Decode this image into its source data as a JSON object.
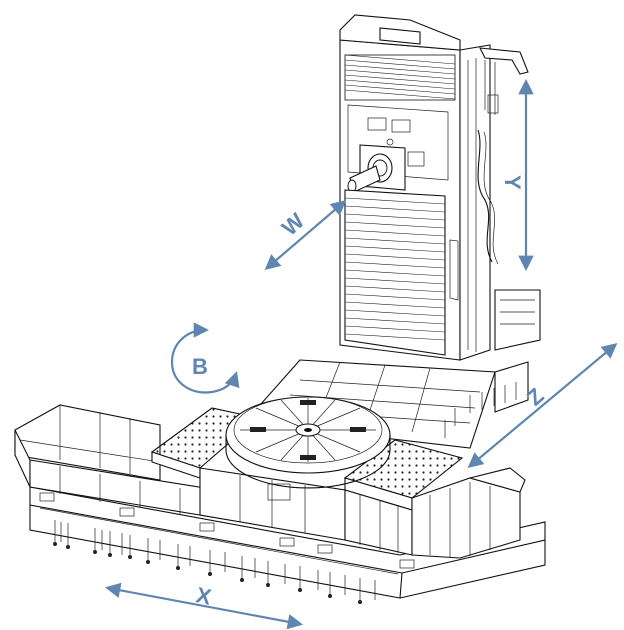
{
  "axes": {
    "x": "X",
    "y": "Y",
    "z": "Z",
    "w": "W",
    "b": "B"
  },
  "colors": {
    "accent": "#5f86b1",
    "ink": "#111111"
  }
}
